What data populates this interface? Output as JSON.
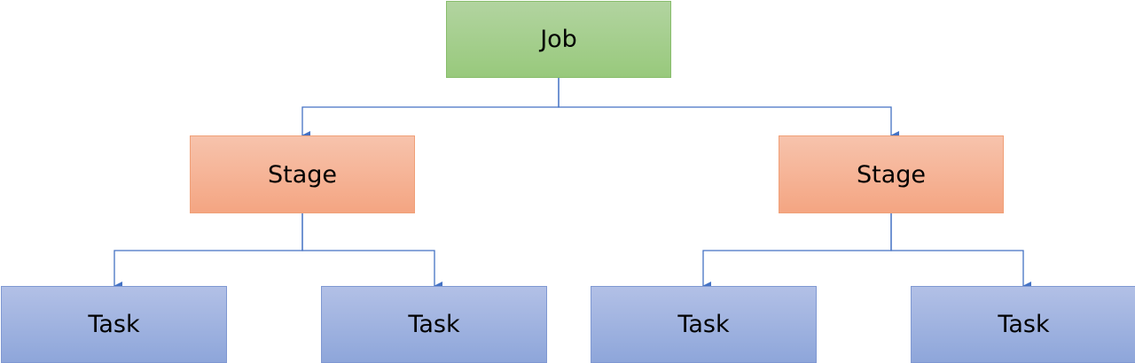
{
  "job": {
    "label": "Job"
  },
  "stages": [
    {
      "label": "Stage"
    },
    {
      "label": "Stage"
    }
  ],
  "tasks": [
    {
      "label": "Task"
    },
    {
      "label": "Task"
    },
    {
      "label": "Task"
    },
    {
      "label": "Task"
    }
  ],
  "colors": {
    "job_fill": "#a9cf93",
    "stage_fill": "#f5b193",
    "task_fill": "#9fb3e0",
    "connector": "#4472c4"
  }
}
